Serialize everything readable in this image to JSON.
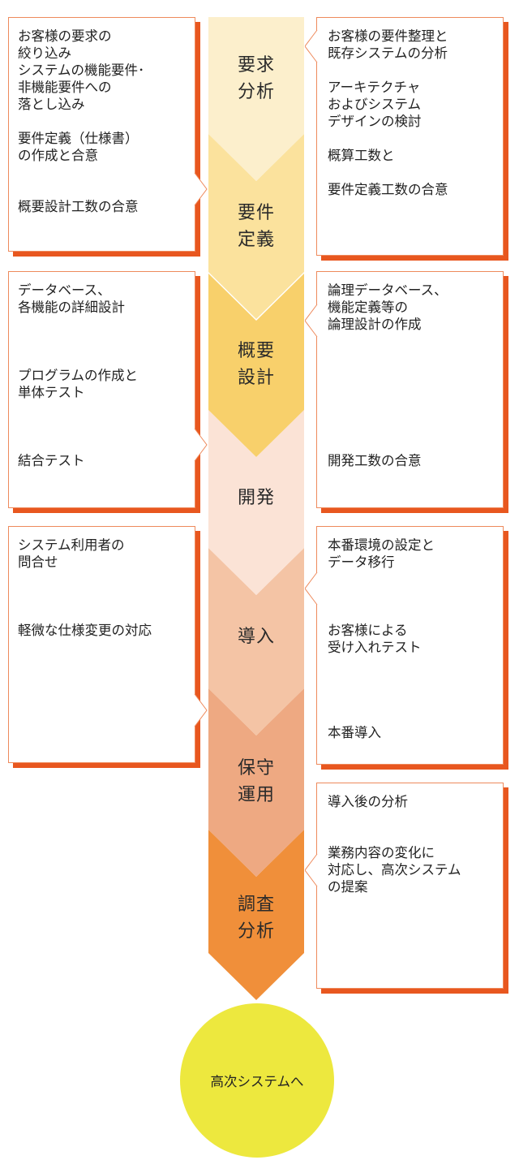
{
  "colors": {
    "accent": "#e8571f",
    "border": "#ee8a5c",
    "circle": "#ede83e"
  },
  "phases": [
    {
      "lines": [
        "要求",
        "分析"
      ],
      "color": "#fcefcc"
    },
    {
      "lines": [
        "要件",
        "定義"
      ],
      "color": "#fbe29d"
    },
    {
      "lines": [
        "概要",
        "設計"
      ],
      "color": "#f8d06b"
    },
    {
      "lines": [
        "開発"
      ],
      "color": "#fbe3d6"
    },
    {
      "lines": [
        "導入"
      ],
      "color": "#f4c4a5"
    },
    {
      "lines": [
        "保守",
        "運用"
      ],
      "color": "#eea982"
    },
    {
      "lines": [
        "調査",
        "分析"
      ],
      "color": "#f08f3a"
    }
  ],
  "left_notes": [
    {
      "lines": [
        "お客様の要求の",
        "絞り込み",
        "システムの機能要件･",
        "非機能要件への",
        "落とし込み",
        "",
        "要件定義（仕様書）",
        "の作成と合意",
        "",
        "",
        "概要設計工数の合意"
      ]
    },
    {
      "lines": [
        "データベース、",
        "各機能の詳細設計",
        "",
        "",
        "",
        "プログラムの作成と",
        "単体テスト",
        "",
        "",
        "",
        "結合テスト"
      ]
    },
    {
      "lines": [
        "システム利用者の",
        "問合せ",
        "",
        "",
        "",
        "軽微な仕様変更の対応"
      ]
    }
  ],
  "right_notes": [
    {
      "lines": [
        "お客様の要件整理と",
        "既存システムの分析",
        "",
        "アーキテクチャ",
        "およびシステム",
        "デザインの検討",
        "",
        "概算工数と",
        "",
        "要件定義工数の合意"
      ]
    },
    {
      "lines": [
        "論理データベース、",
        "機能定義等の",
        "論理設計の作成",
        "",
        "",
        "",
        "",
        "",
        "",
        "",
        "開発工数の合意"
      ]
    },
    {
      "lines": [
        "本番環境の設定と",
        "データ移行",
        "",
        "",
        "",
        "お客様による",
        "受け入れテスト",
        "",
        "",
        "",
        "",
        "本番導入"
      ]
    },
    {
      "lines": [
        "導入後の分析",
        "",
        "",
        "業務内容の変化に",
        "対応し、高次システム",
        "の提案"
      ]
    }
  ],
  "final": {
    "label": "高次システムへ"
  }
}
